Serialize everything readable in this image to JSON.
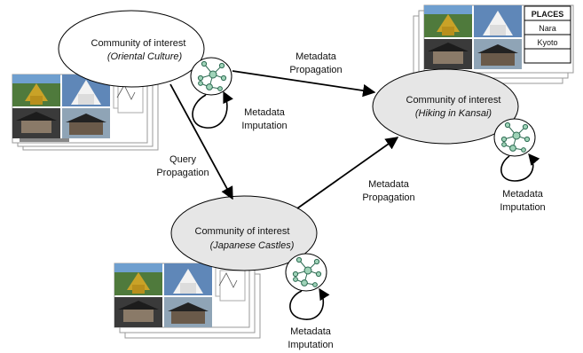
{
  "communities": [
    {
      "title": "Community of interest",
      "subtitle": "(Oriental Culture)"
    },
    {
      "title": "Community of interest",
      "subtitle": "(Hiking in Kansai)"
    },
    {
      "title": "Community of interest",
      "subtitle": "(Japanese  Castles)"
    }
  ],
  "edges": {
    "metadata_propagation_line1": "Metadata",
    "metadata_propagation_line2": "Propagation",
    "query_propagation_line1": "Query",
    "query_propagation_line2": "Propagation"
  },
  "imputation": {
    "line1": "Metadata",
    "line2": "Imputation"
  },
  "places_table": {
    "header": "PLACES",
    "rows": [
      "Nara",
      "Kyoto",
      ""
    ]
  },
  "colors": {
    "node_fill": "#9fd3b8",
    "node_stroke": "#2d6b52",
    "ellipse_white": "#ffffff",
    "ellipse_gray": "#e6e6e6",
    "photo_gold": "#c9a227",
    "photo_sky": "#5f87b8",
    "photo_green": "#4f7a3c",
    "photo_dark": "#2b2b2b"
  }
}
